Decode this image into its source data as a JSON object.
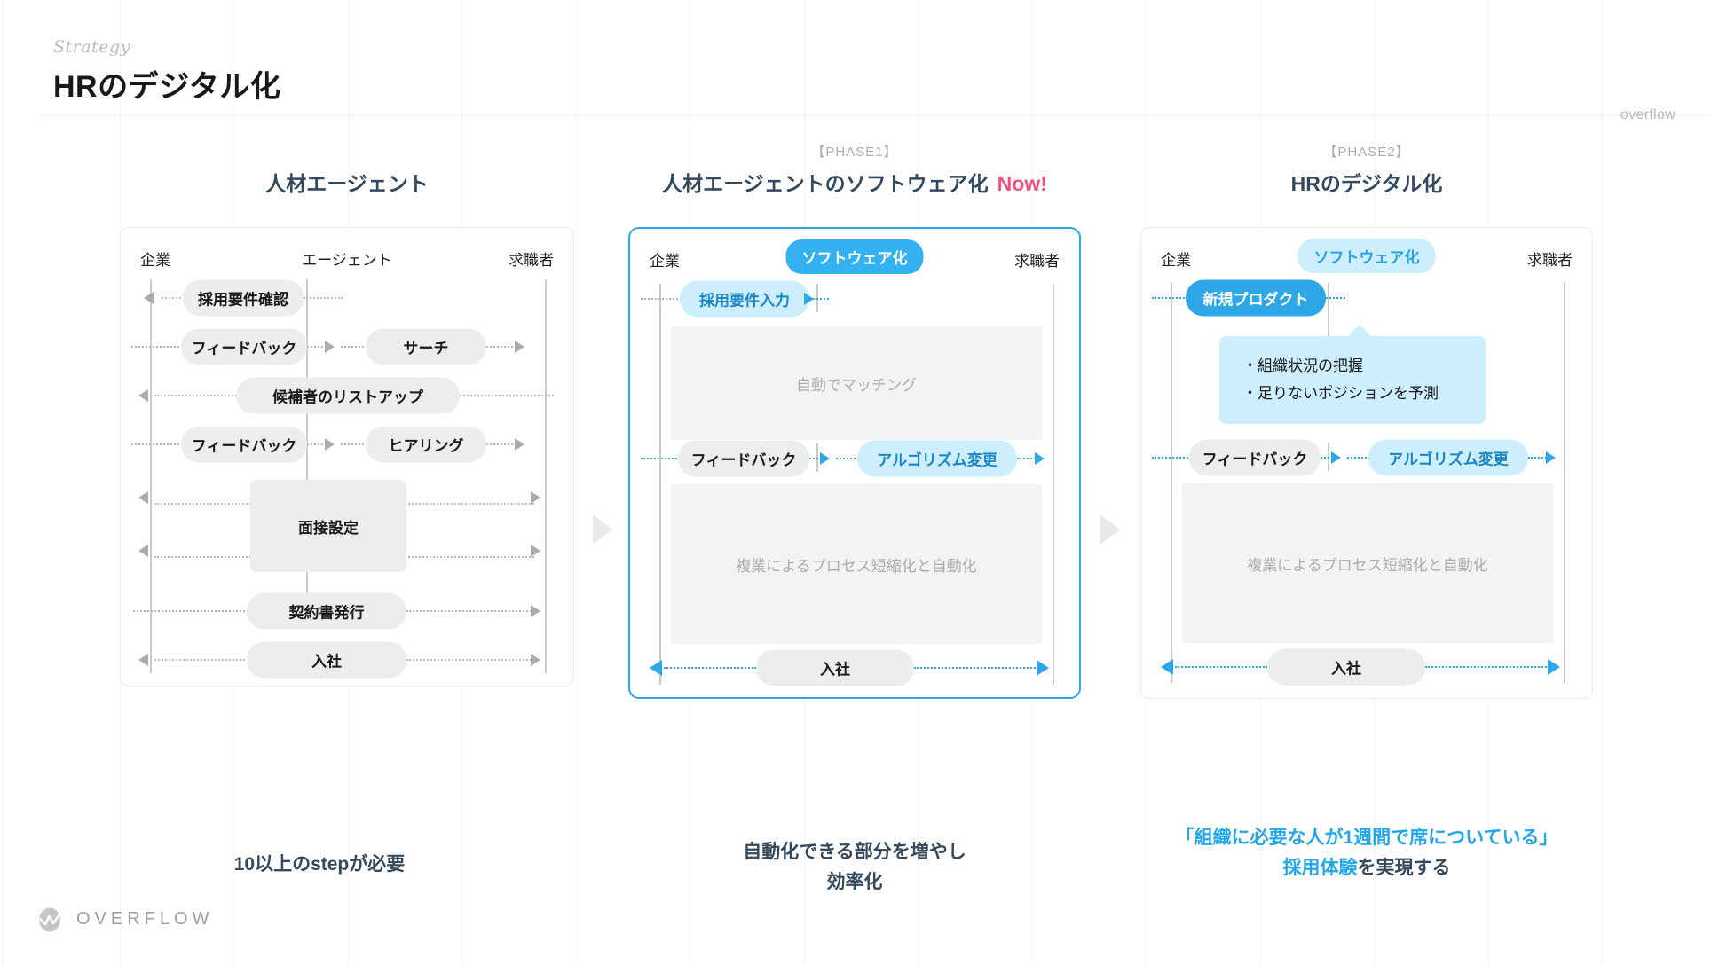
{
  "header": {
    "eyebrow": "Strategy",
    "title": "HRのデジタル化",
    "brandmark": "overflow"
  },
  "accent_colors": {
    "blue": "#2ea7e6",
    "soft_blue": "#cdeefd",
    "pink": "#f2527e",
    "slate": "#34495c",
    "chip_gray": "#eceded"
  },
  "columns": [
    {
      "phase_tag": "",
      "title": "人材エージェント",
      "now_label": "",
      "highlighted": false,
      "lanes": {
        "left": "企業",
        "center": "エージェント",
        "center_style": "plain",
        "right": "求職者"
      },
      "rows": [
        {
          "label": "採用要件確認",
          "span": "left",
          "style": "gray",
          "arrow_left": true,
          "arrow_right": false
        },
        {
          "label": "サーチ",
          "span": "right",
          "style": "gray",
          "arrow_left": false,
          "arrow_right": true
        },
        {
          "label": "フィードバック",
          "span": "left",
          "style": "gray",
          "arrow_left": false,
          "arrow_right": true
        },
        {
          "label": "候補者のリストアップ",
          "span": "full",
          "style": "gray",
          "arrow_left": true,
          "arrow_right": true
        },
        {
          "label": "ヒアリング",
          "span": "right",
          "style": "gray",
          "arrow_left": false,
          "arrow_right": true
        },
        {
          "label": "フィードバック",
          "span": "left",
          "style": "gray",
          "arrow_left": false,
          "arrow_right": true
        },
        {
          "label": "面接設定",
          "span": "block",
          "style": "gray",
          "arrow_left": true,
          "arrow_right": true
        },
        {
          "label": "契約書発行",
          "span": "full",
          "style": "gray",
          "arrow_left": false,
          "arrow_right": true
        },
        {
          "label": "入社",
          "span": "full",
          "style": "gray",
          "arrow_left": true,
          "arrow_right": true
        }
      ],
      "caption": "10以上のstepが必要",
      "caption_accent": ""
    },
    {
      "phase_tag": "【PHASE1】",
      "title": "人材エージェントのソフトウェア化",
      "now_label": "Now!",
      "highlighted": true,
      "lanes": {
        "left": "企業",
        "center": "ソフトウェア化",
        "center_style": "solid-pill",
        "right": "求職者"
      },
      "rows": [
        {
          "label": "採用要件入力",
          "span": "left",
          "style": "blue",
          "arrow_left": false,
          "arrow_right": true
        },
        {
          "label": "自動でマッチング",
          "span": "ghost",
          "style": "ghost",
          "arrow_left": false,
          "arrow_right": false
        },
        {
          "label": "フィードバック",
          "span": "left",
          "style": "gray",
          "arrow_left": false,
          "arrow_right": true
        },
        {
          "label": "アルゴリズム変更",
          "span": "right",
          "style": "blue",
          "arrow_left": false,
          "arrow_right": true
        },
        {
          "label": "複業によるプロセス短縮化と自動化",
          "span": "ghost",
          "style": "ghost",
          "arrow_left": false,
          "arrow_right": false
        },
        {
          "label": "入社",
          "span": "full",
          "style": "gray",
          "arrow_left": true,
          "arrow_right": true
        }
      ],
      "caption_line1": "自動化できる部分を増やし",
      "caption_line2": "効率化"
    },
    {
      "phase_tag": "【PHASE2】",
      "title": "HRのデジタル化",
      "now_label": "",
      "highlighted": false,
      "lanes": {
        "left": "企業",
        "center": "ソフトウェア化",
        "center_style": "soft-pill",
        "right": "求職者"
      },
      "rows": [
        {
          "label": "新規プロダクト",
          "span": "left",
          "style": "blue-solid",
          "arrow_left": false,
          "arrow_right": true
        },
        {
          "label": "フィードバック",
          "span": "left",
          "style": "gray",
          "arrow_left": false,
          "arrow_right": true
        },
        {
          "label": "アルゴリズム変更",
          "span": "right",
          "style": "blue",
          "arrow_left": false,
          "arrow_right": true
        },
        {
          "label": "複業によるプロセス短縮化と自動化",
          "span": "ghost",
          "style": "ghost",
          "arrow_left": false,
          "arrow_right": false
        },
        {
          "label": "入社",
          "span": "full",
          "style": "gray",
          "arrow_left": true,
          "arrow_right": true
        }
      ],
      "callout": {
        "line1": "・組織状況の把握",
        "line2": "・足りないポジションを予測"
      },
      "caption_line1": "「組織に必要な人が1週間で席についている」",
      "caption_line2_accent": "採用体験",
      "caption_line2_rest": "を実現する"
    }
  ],
  "separators": {
    "arrow": "play-triangle",
    "count": 2
  },
  "footer": {
    "logo_text": "OVERFLOW",
    "logo_icon": "overflow-egg-icon"
  }
}
